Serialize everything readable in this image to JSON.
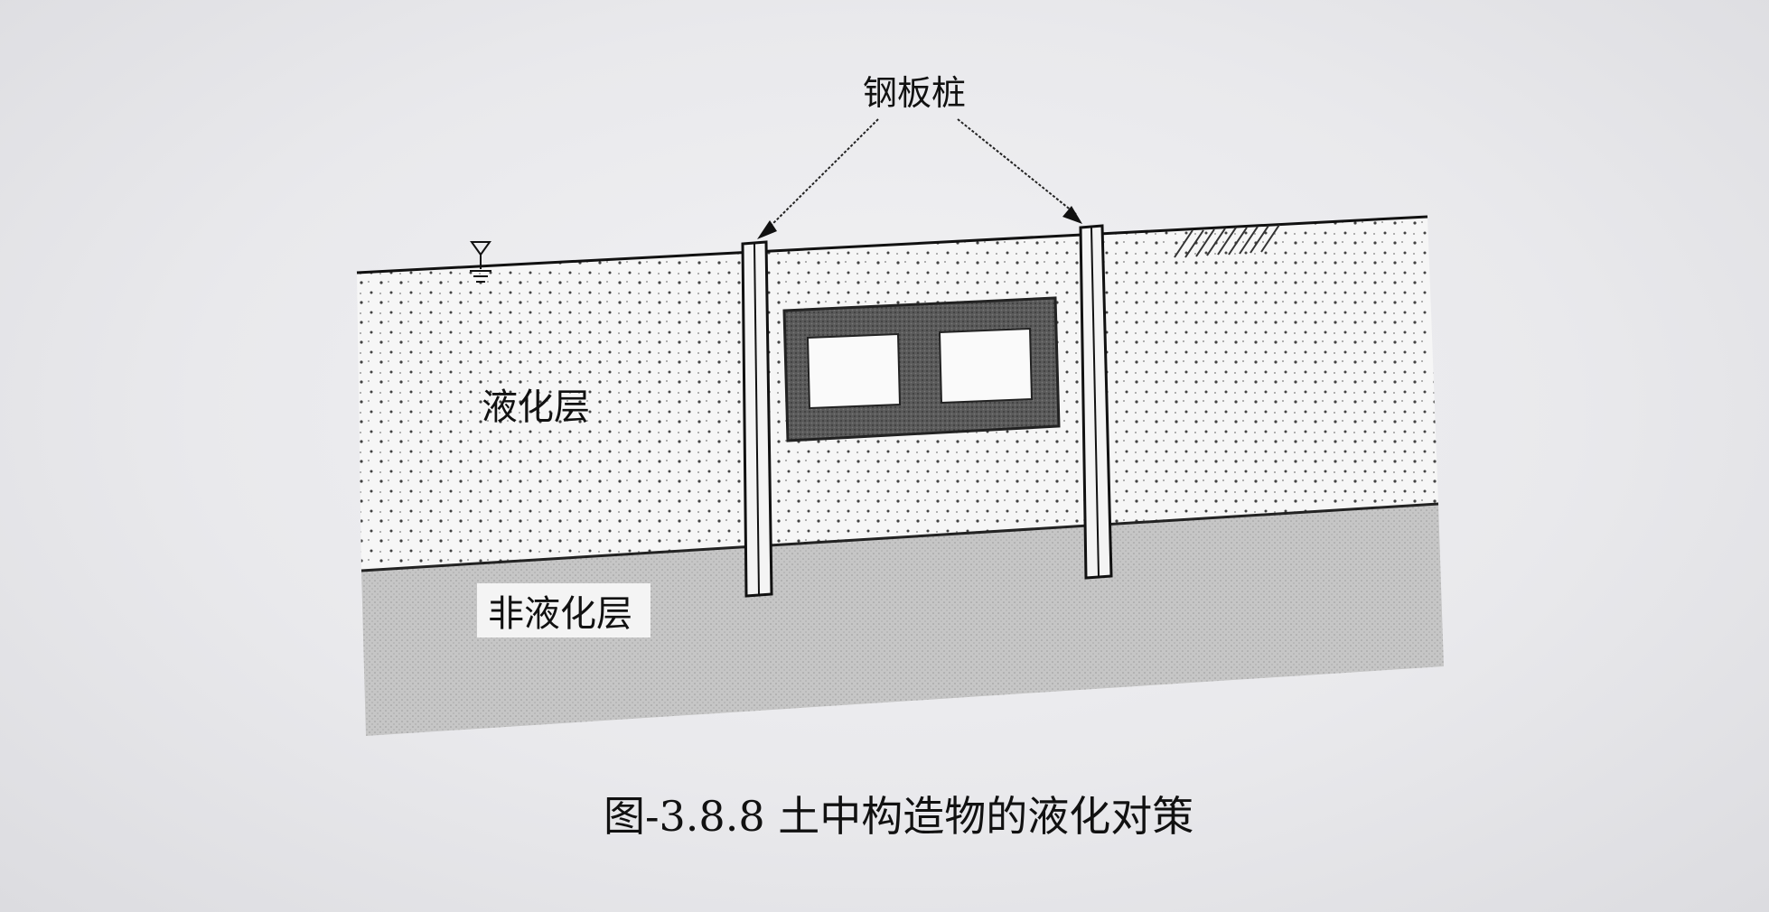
{
  "labels": {
    "sheet_pile": "钢板桩",
    "liquefied_layer": "液化层",
    "non_liquefied_layer": "非液化层"
  },
  "caption": "图-3.8.8 土中构造物的液化对策",
  "colors": {
    "paper": "#ececef",
    "liquefied_soil": "#f5f5f5",
    "non_liquefied_soil": "#c4c4c4",
    "structure": "#555555",
    "line": "#111111"
  }
}
